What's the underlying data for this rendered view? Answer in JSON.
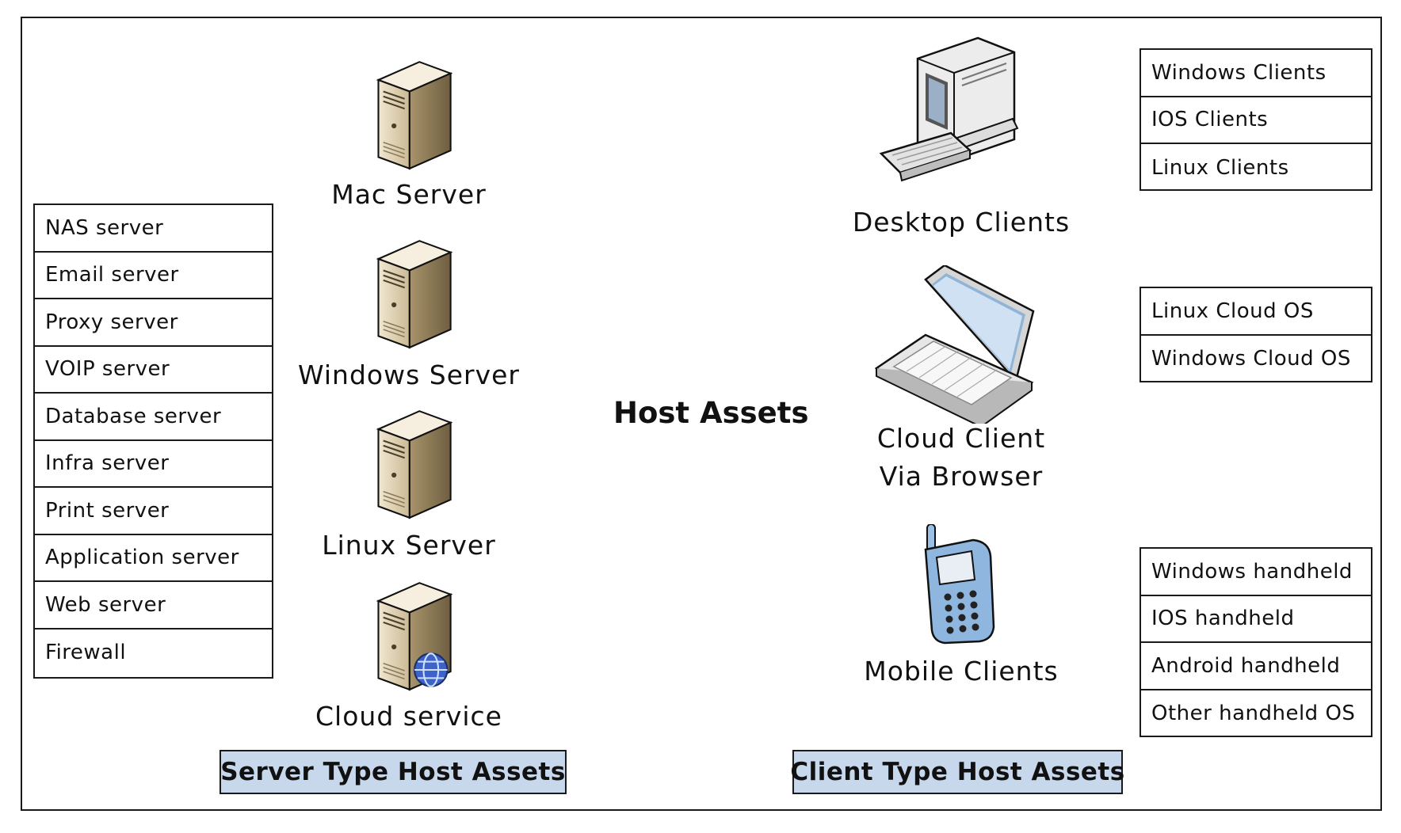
{
  "title": "Host Assets",
  "server_section": {
    "label": "Server Type Host Assets",
    "services": [
      "NAS server",
      "Email server",
      "Proxy server",
      "VOIP server",
      "Database server",
      "Infra  server",
      "Print server",
      "Application server",
      "Web server",
      "Firewall"
    ],
    "servers": [
      {
        "label": "Mac Server",
        "icon": "server-tower-icon"
      },
      {
        "label": "Windows Server",
        "icon": "server-tower-icon"
      },
      {
        "label": "Linux Server",
        "icon": "server-tower-icon"
      },
      {
        "label": "Cloud service",
        "icon": "cloud-server-icon"
      }
    ]
  },
  "client_section": {
    "label": "Client Type Host Assets",
    "desktop": {
      "label": "Desktop Clients",
      "icon": "desktop-computer-icon",
      "os": [
        "Windows Clients",
        " IOS Clients",
        "Linux Clients"
      ]
    },
    "cloud": {
      "label_line1": "Cloud Client",
      "label_line2": "Via Browser",
      "icon": "laptop-icon",
      "os": [
        "Linux Cloud OS",
        "Windows Cloud OS"
      ]
    },
    "mobile": {
      "label": "Mobile Clients",
      "icon": "mobile-phone-icon",
      "os": [
        "Windows handheld",
        " IOS handheld",
        "Android handheld",
        "Other handheld OS"
      ]
    }
  },
  "colors": {
    "band_fill": "#c7d7ec",
    "border": "#1a1a1a",
    "server_body": "#e2d5ba"
  }
}
